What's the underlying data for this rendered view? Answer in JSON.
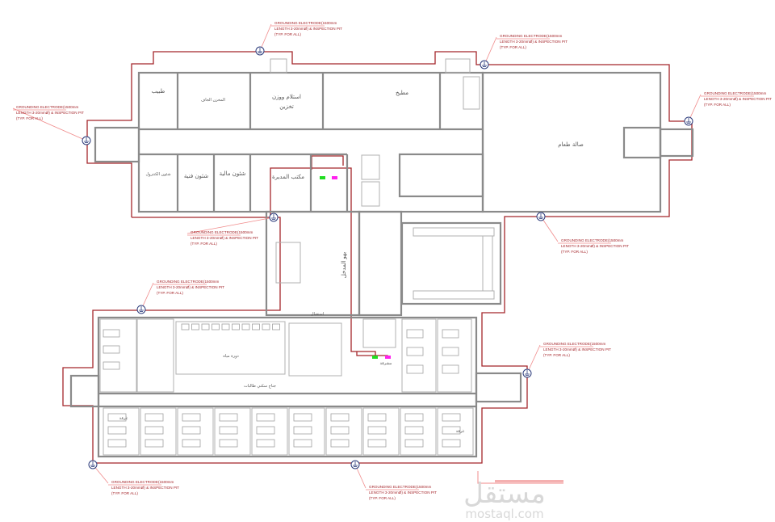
{
  "grounding_note": {
    "line1": "GROUNDING ELECTRODE(1500mm",
    "line2": "LENGTH 3-20mmØ)  & INSPECTION PIT",
    "line3": "(TYP. FOR ALL)"
  },
  "rooms": {
    "doctor": "طبيب",
    "dry_store": "المخزن الجاف",
    "receiving": "استلام ووزن",
    "receiving2": "تخزين",
    "kitchen": "مطبخ",
    "dining": "صالة طعام",
    "control": "شئون الكنترول",
    "technical": "شئون فنية",
    "financial": "شئون مالية",
    "director": "مكتب المديرة",
    "lobby": "بهو المدخل",
    "wing": "جناح سكني طالبات",
    "wc": "دورة مياه",
    "dorm": "غرفة",
    "supervisor": "مشرفة",
    "reception": "استقبال"
  },
  "watermark": {
    "logo": "مستقل",
    "site": "mostaql.com"
  },
  "colors": {
    "ground": "#a5262b",
    "wall": "#8a8a8a",
    "electrode": "#2a3a7a",
    "green": "#22dd22",
    "magenta": "#ff22ee"
  }
}
